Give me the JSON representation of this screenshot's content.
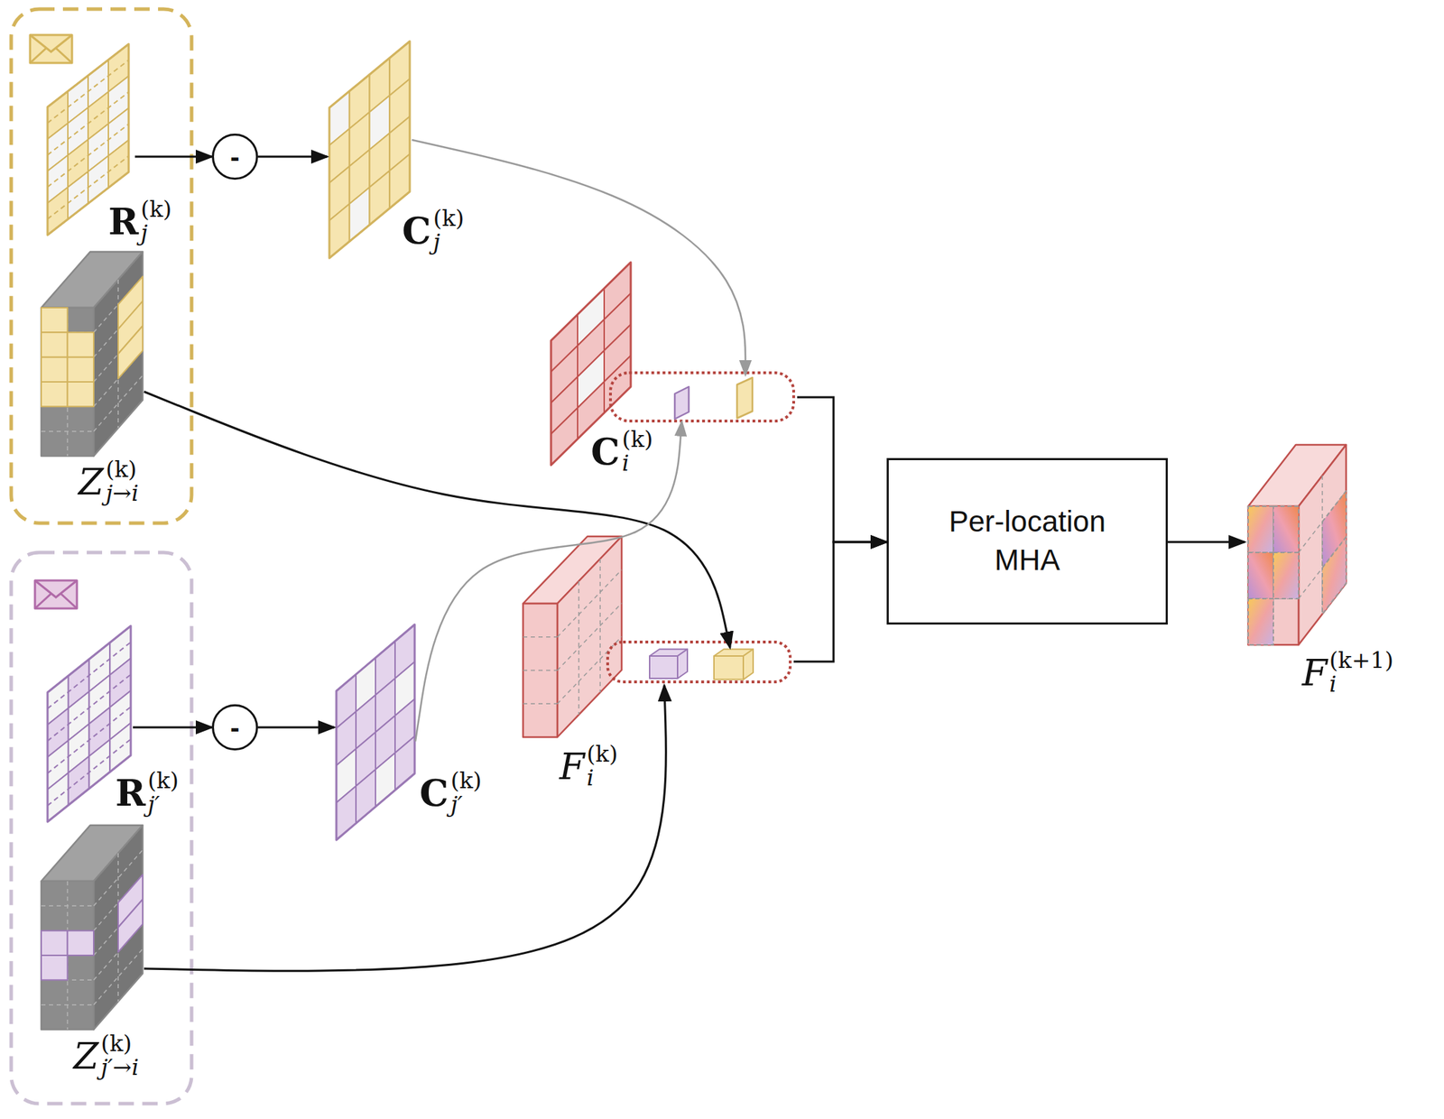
{
  "diagram": {
    "nodes": [
      {
        "text": [
          "R",
          "j",
          "(k)"
        ]
      },
      {
        "text": [
          "-"
        ]
      },
      {
        "text": [
          "C",
          "j",
          "(k)"
        ]
      },
      {
        "text": [
          "Z",
          "j→i",
          "(k)"
        ]
      },
      {
        "text": [
          "C",
          "i",
          "(k)"
        ]
      },
      {
        "text": [
          "F",
          "i",
          "(k)"
        ]
      },
      {
        "text": [
          "R",
          "j′",
          "(k)"
        ]
      },
      {
        "text": [
          "-"
        ]
      },
      {
        "text": [
          "C",
          "j′",
          "(k)"
        ]
      },
      {
        "text": [
          "Z",
          "j′→i",
          "(k)"
        ]
      },
      {
        "text": [
          "Per-location MHA"
        ]
      },
      {
        "text": [
          "F",
          "i",
          "(k+1)"
        ]
      }
    ],
    "edges": [
      {
        "from": 0,
        "to": 1,
        "arrow": "to"
      },
      {
        "from": 1,
        "to": 2,
        "arrow": "to"
      },
      {
        "from": 2,
        "to": 4,
        "arrow": "to"
      },
      {
        "from": 3,
        "to": 5,
        "arrow": "to"
      },
      {
        "from": 6,
        "to": 7,
        "arrow": "to"
      },
      {
        "from": 7,
        "to": 8,
        "arrow": "to"
      },
      {
        "from": 8,
        "to": 4,
        "arrow": "to"
      },
      {
        "from": 9,
        "to": 5,
        "arrow": "to"
      },
      {
        "from": 4,
        "to": 10,
        "arrow": "to"
      },
      {
        "from": 5,
        "to": 10,
        "arrow": "to"
      },
      {
        "from": 10,
        "to": 11,
        "arrow": "to"
      }
    ]
  }
}
